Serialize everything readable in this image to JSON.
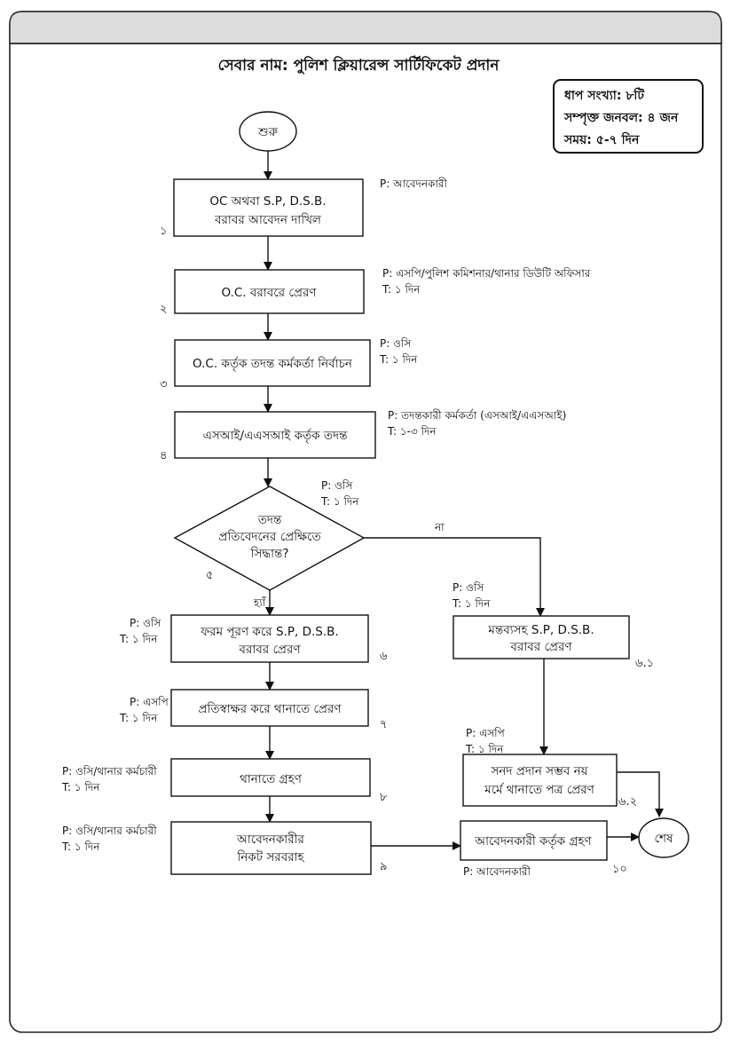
{
  "title": "সেবার নাম: পুলিশ ক্লিয়ারেন্স সার্টিফিকেট প্রদান",
  "summary": {
    "steps": "ধাপ সংখ্যা: ৮টি",
    "manpower": "সম্পৃক্ত জনবল: ৪ জন",
    "time": "সময়: ৫-৭ দিন"
  },
  "start_label": "শুরু",
  "end_label": "শেষ",
  "steps": [
    {
      "id": "s1",
      "lines": [
        "OC অথবা S.P, D.S.B.",
        "বরাবর আবেদন দাখিল"
      ],
      "number": "১",
      "person": "P: আবেদনকারী",
      "time": ""
    },
    {
      "id": "s2",
      "lines": [
        "O.C. বরাবরে প্রেরণ"
      ],
      "number": "২",
      "person": "P: এসপি/পুলিশ কমিশনার/থানার ডিউটি অফিসার",
      "time": "T: ১ দিন"
    },
    {
      "id": "s3",
      "lines": [
        "O.C. কর্তৃক তদন্ত কর্মকর্তা নির্বাচন"
      ],
      "number": "৩",
      "person": "P: ওসি",
      "time": "T: ১ দিন"
    },
    {
      "id": "s4",
      "lines": [
        "এসআই/এএসআই কর্তৃক তদন্ত"
      ],
      "number": "৪",
      "person": "P: তদন্তকারী কর্মকর্তা (এসআই/এএসআই)",
      "time": "T: ১-৩ দিন"
    },
    {
      "id": "s5",
      "lines": [
        "তদন্ত",
        "প্রতিবেদনের প্রেক্ষিতে",
        "সিদ্ধান্ত?"
      ],
      "number": "৫",
      "person": "P: ওসি",
      "time": "T: ১ দিন",
      "yes": "হ্যাঁ",
      "no": "না"
    },
    {
      "id": "s6",
      "lines": [
        "ফরম পূরণ করে S.P, D.S.B.",
        "বরাবর প্রেরণ"
      ],
      "number": "৬",
      "person": "P: ওসি",
      "time": "T: ১ দিন"
    },
    {
      "id": "s61",
      "lines": [
        "মন্তব্যসহ S.P, D.S.B.",
        "বরাবর প্রেরণ"
      ],
      "number": "৬.১",
      "person": "P: ওসি",
      "time": "T: ১ দিন"
    },
    {
      "id": "s62",
      "lines": [
        "সনদ প্রদান সম্ভব নয়",
        "মর্মে থানাতে পত্র প্রেরণ"
      ],
      "number": "৬.২",
      "person": "P: এসপি",
      "time": "T: ১ দিন"
    },
    {
      "id": "s7",
      "lines": [
        "প্রতিস্বাক্ষর করে থানাতে প্রেরণ"
      ],
      "number": "৭",
      "person": "P: এসপি",
      "time": "T: ১ দিন"
    },
    {
      "id": "s8",
      "lines": [
        "থানাতে গ্রহণ"
      ],
      "number": "৮",
      "person": "P: ওসি/থানার কর্মচারী",
      "time": "T: ১ দিন"
    },
    {
      "id": "s9",
      "lines": [
        "আবেদনকারীর",
        "নিকট সরবরাহ"
      ],
      "number": "৯",
      "person": "P: ওসি/থানার কর্মচারী",
      "time": "T: ১ দিন"
    },
    {
      "id": "s10",
      "lines": [
        "আবেদনকারী কর্তৃক গ্রহণ"
      ],
      "number": "১০",
      "person": "P: আবেদনকারী",
      "time": ""
    }
  ]
}
